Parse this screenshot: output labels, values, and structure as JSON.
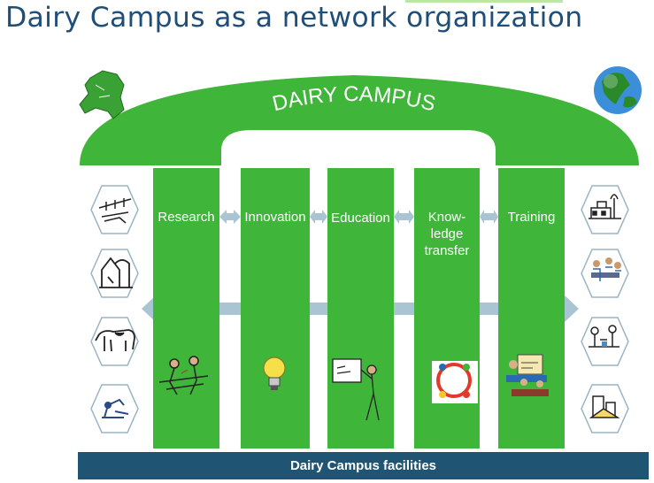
{
  "header": {
    "title": "Dairy Campus as a network organization"
  },
  "arch": {
    "label": "DAIRY CAMPUS"
  },
  "pillars": [
    {
      "label": "Research"
    },
    {
      "label": "Innovation"
    },
    {
      "label": "Education"
    },
    {
      "label": "Know-\nledge\ntransfer"
    },
    {
      "label": "Training"
    }
  ],
  "footer": {
    "label": "Dairy Campus facilities"
  },
  "colors": {
    "green": "#3fb53a",
    "navy": "#1f5472",
    "connector": "#a9c4d3",
    "title": "#1f4e79"
  },
  "icons": {
    "left": [
      "barn-farm-icon",
      "silo-icon",
      "cow-icon",
      "robot-arm-icon"
    ],
    "right": [
      "factory-icon",
      "group-meeting-icon",
      "lab-people-icon",
      "dairy-products-icon"
    ],
    "pillars": [
      "people-working-icon",
      "lightbulb-icon",
      "teacher-board-icon",
      "people-circle-icon",
      "classroom-icon"
    ],
    "corners": [
      "netherlands-map-icon",
      "globe-icon"
    ]
  }
}
